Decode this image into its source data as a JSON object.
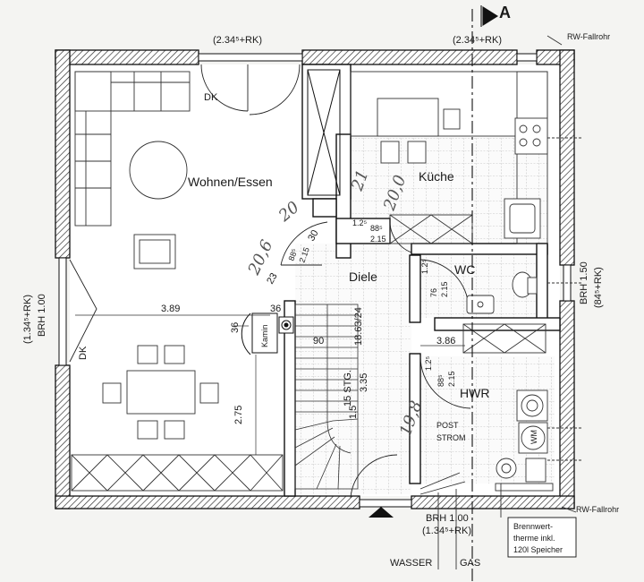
{
  "rooms": {
    "wohnen": "Wohnen/Essen",
    "kueche": "Küche",
    "diele": "Diele",
    "wc": "WC",
    "hwr": "HWR"
  },
  "section_marker": "A",
  "dimensions": {
    "top_left": "(2.34⁵+RK)",
    "top_right": "(2.34⁵+RK)",
    "left_side_1": "(1.34⁵+RK)",
    "left_side_2": "BRH 1.00",
    "right_side_1": "BRH 1.50",
    "right_side_2": "(84⁵+RK)",
    "bottom_1": "BRH 1.00",
    "bottom_2": "(1.34⁵+RK)",
    "living_width": "3.89",
    "dining_height": "2.75",
    "hwr_width": "3.86",
    "stair_width": "90",
    "stair_steps": "15 STG.",
    "stair_ratio": "18.63/24",
    "stair_run": "3.35",
    "stair_end": "1.5",
    "dim_36a": "36",
    "dim_36b": "36",
    "dim_30": "30",
    "dim_23": "23",
    "dim_12_kitchen": "1.2⁵",
    "door_kitchen_w": "88⁵",
    "door_kitchen_h": "2.15",
    "door_living_w": "88⁵",
    "door_living_h": "2.15",
    "door_wc_a": "1.2⁵",
    "door_wc_w": "76",
    "door_wc_h": "2.15",
    "door_hwr_a": "1.2⁵",
    "door_hwr_w": "88⁵",
    "door_hwr_h": "2.15"
  },
  "labels": {
    "dk_top": "DK",
    "dk_left": "DK",
    "kamin": "Kamin",
    "rw_top": "RW-Fallrohr",
    "rw_bottom": "RW-Fallrohr",
    "post": "POST",
    "strom": "STROM",
    "wasser": "WASSER",
    "gas": "GAS",
    "wm": "WM",
    "therme_1": "Brennwert-",
    "therme_2": "therme inkl.",
    "therme_3": "120l Speicher"
  },
  "handwritten": [
    "20,0",
    "21",
    "20",
    "20,6",
    "19,8"
  ]
}
